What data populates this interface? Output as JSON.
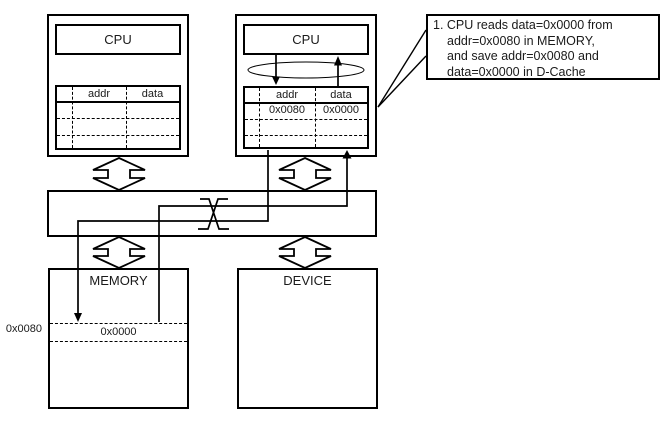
{
  "cpu_left": {
    "label": "CPU",
    "cache": {
      "col_addr": "addr",
      "col_data": "data"
    }
  },
  "cpu_right": {
    "label": "CPU",
    "cache": {
      "col_addr": "addr",
      "col_data": "data",
      "row1_addr": "0x0080",
      "row1_data": "0x0000"
    }
  },
  "memory": {
    "label": "MEMORY",
    "row_addr_label": "0x0080",
    "row_value": "0x0000"
  },
  "device": {
    "label": "DEVICE"
  },
  "callout": {
    "lines": [
      "1. CPU reads data=0x0000 from",
      "addr=0x0080 in MEMORY,",
      "and save addr=0x0080 and",
      "data=0x0000 in D-Cache"
    ]
  },
  "colors": {
    "line": "#000000",
    "background": "#ffffff",
    "text": "#1a1a1a"
  }
}
